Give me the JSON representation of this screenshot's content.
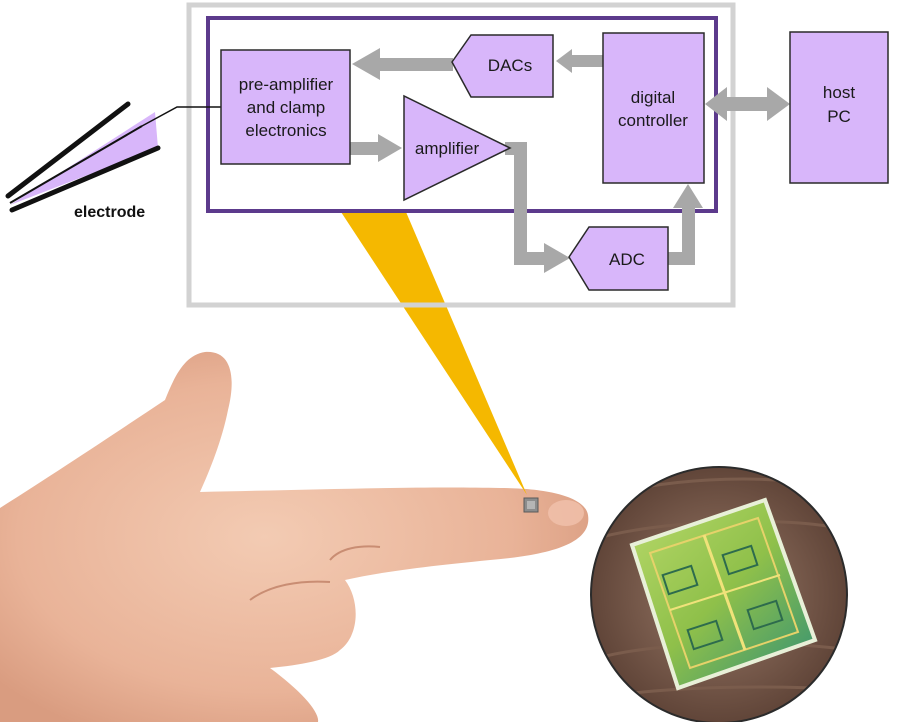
{
  "diagram": {
    "electrode_label": "electrode",
    "blocks": {
      "preamp": [
        "pre-amplifier",
        "and clamp",
        "electronics"
      ],
      "dacs": "DACs",
      "amplifier": "amplifier",
      "digital_controller": [
        "digital",
        "controller"
      ],
      "adc": "ADC",
      "host_pc": [
        "host",
        "PC"
      ]
    },
    "colors": {
      "block_fill": "#d8b6fa",
      "chip_border": "#5c3a8c",
      "outer_frame": "#d2d2d2",
      "arrow": "#a8a8a8",
      "callout": "#f5b800"
    }
  },
  "photo": {
    "subjects": [
      "hand-photo",
      "chip-die-zoom"
    ]
  }
}
